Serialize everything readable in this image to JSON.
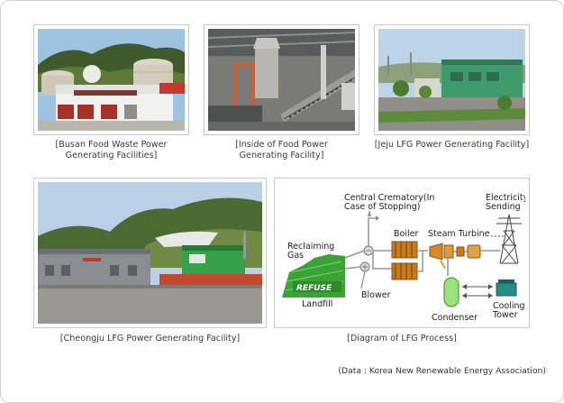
{
  "photos": [
    {
      "caption_line1": "[Busan Food Waste Power",
      "caption_line2": "Generating Facilities]"
    },
    {
      "caption_line1": "[Inside of Food Power",
      "caption_line2": "Generating Facility]"
    },
    {
      "caption_line1": "[Jeju LFG Power Generating Facility]",
      "caption_line2": ""
    },
    {
      "caption_line1": "[Cheongju LFG Power Generating Facility]",
      "caption_line2": ""
    },
    {
      "caption_line1": "[Diagram of LFG Process]",
      "caption_line2": ""
    }
  ],
  "diagram": {
    "central_crematory_line1": "Central Crematory(In",
    "central_crematory_line2": "Case of Stopping)",
    "electricity_line1": "Electricity",
    "electricity_line2": "Sending",
    "reclaiming_line1": "Reclaiming",
    "reclaiming_line2": "Gas",
    "boiler": "Boiler",
    "steam_turbine": "Steam Turbine",
    "refuse": "REFUSE",
    "landfill": "Landfill",
    "blower": "Blower",
    "condenser": "Condenser",
    "cooling_line1": "Cooling",
    "cooling_line2": "Tower"
  },
  "source": "(Data : Korea New Renewable Energy Association)",
  "colors": {
    "landfill_green": "#3aa335",
    "boiler_orange": "#c97a1c",
    "condenser_green": "#9be07a",
    "cooling_teal": "#2a8a86"
  }
}
